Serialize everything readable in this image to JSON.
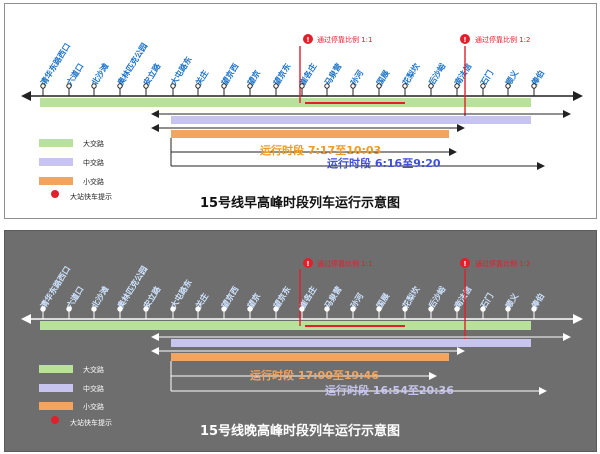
{
  "stations": [
    "清华东路西口",
    "六道口",
    "北沙滩",
    "奥林匹克公园",
    "安立路",
    "大屯路东",
    "关庄",
    "望京西",
    "望京",
    "望京东",
    "崔各庄",
    "马泉营",
    "孙河",
    "国展",
    "花梨坎",
    "后沙峪",
    "南法信",
    "石门",
    "顺义",
    "俸伯"
  ],
  "legend": [
    {
      "label": "大交路",
      "color": "#b8e29a",
      "kind": "bar"
    },
    {
      "label": "中交路",
      "color": "#c7c5ef",
      "kind": "bar"
    },
    {
      "label": "小交路",
      "color": "#f2a561",
      "kind": "bar"
    },
    {
      "label": "大站快车提示",
      "color": "#e0202a",
      "kind": "dot"
    }
  ],
  "morning": {
    "title": "15号线早高峰时段列车运行示意图",
    "orange_time": "运行时段 7:17至10:03",
    "purple_time": "运行时段 6:16至9:20",
    "skip_note_1": "通过停靠比例 1:1",
    "skip_note_2": "通过停靠比例 1:2"
  },
  "evening": {
    "title": "15号线晚高峰时段列车运行示意图",
    "orange_time": "运行时段 17:00至19:46",
    "purple_time": "运行时段 16:54至20:36",
    "skip_note_1": "通过停靠比例 1:1",
    "skip_note_2": "通过停靠比例 1:2"
  },
  "colors": {
    "green": "#b8e29a",
    "purple": "#c7c5ef",
    "orange": "#f2a561",
    "red": "#e0202a",
    "station_label": "#1e74c8",
    "time_orange": "#f29a20",
    "time_purple": "#3f4fd8"
  }
}
